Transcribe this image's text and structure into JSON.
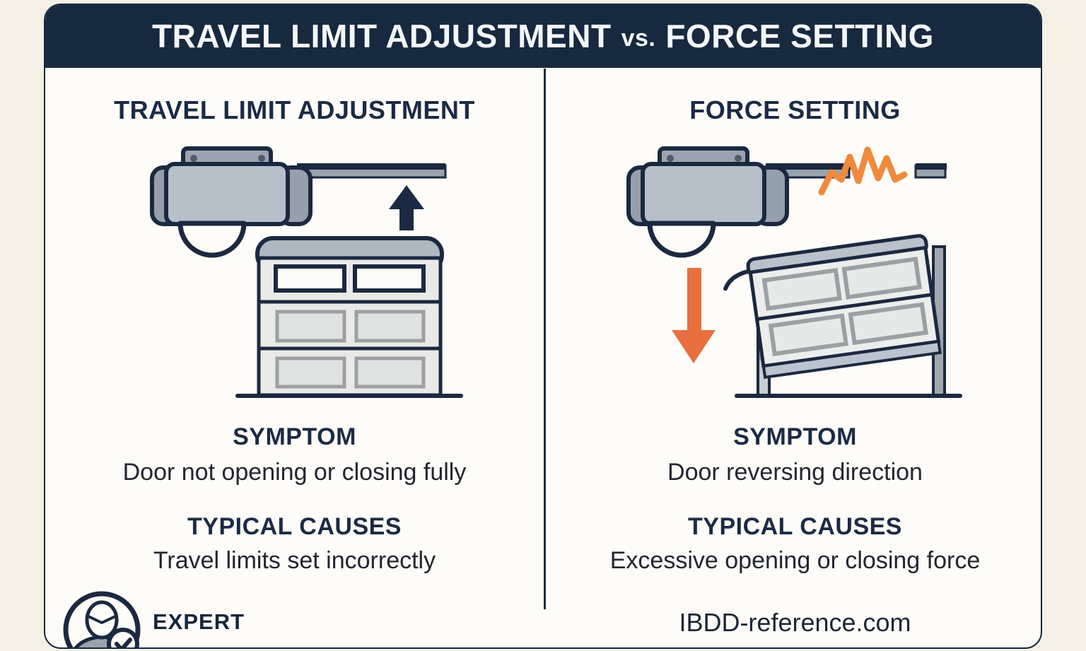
{
  "header": {
    "title_left": "TRAVEL LIMIT ADJUSTMENT",
    "vs": "vs.",
    "title_right": "FORCE SETTING"
  },
  "left": {
    "title": "TRAVEL LIMIT ADJUSTMENT",
    "symptom_label": "SYMPTOM",
    "symptom": "Door not opening or closing fully",
    "causes_label": "TYPICAL CAUSES",
    "causes": "Travel limits set incorrectly",
    "illustration": "garage-opener-with-rail-closed-door-and-up-arrow"
  },
  "right": {
    "title": "FORCE SETTING",
    "symptom_label": "SYMPTOM",
    "symptom": "Door reversing direction",
    "causes_label": "TYPICAL CAUSES",
    "causes": "Excessive opening or closing force",
    "illustration": "garage-opener-broken-rail-spark-down-arrow-reversing-door"
  },
  "footer": {
    "expert": "EXPERT",
    "expert_icon": "person-with-cap-and-checkmark-badge",
    "site": "IBDD-reference.com"
  },
  "colors": {
    "navy": "#16293f",
    "outline_navy": "#1b2940",
    "page_bg": "#f4f0e5",
    "panel_bg": "#fdfcf8",
    "opener_gray": "#b7c0c9",
    "cap_gray": "#96a0ab",
    "door_gray": "#e9eae7",
    "door_cap_gray": "#aeb8c1",
    "panel_inset_gray": "#dfe2e0",
    "arrow_orange": "#e8703f",
    "spark_orange": "#ef8a3c"
  }
}
